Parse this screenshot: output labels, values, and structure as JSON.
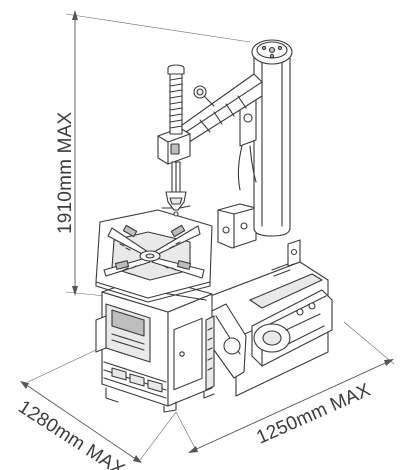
{
  "dimensions": {
    "height_label": "1910mm MAX",
    "depth_label": "1280mm MAX",
    "width_label": "1250mm MAX"
  },
  "colors": {
    "line": "#3a3a3a",
    "dimension_text": "#3c3c3c",
    "background": "#ffffff"
  }
}
